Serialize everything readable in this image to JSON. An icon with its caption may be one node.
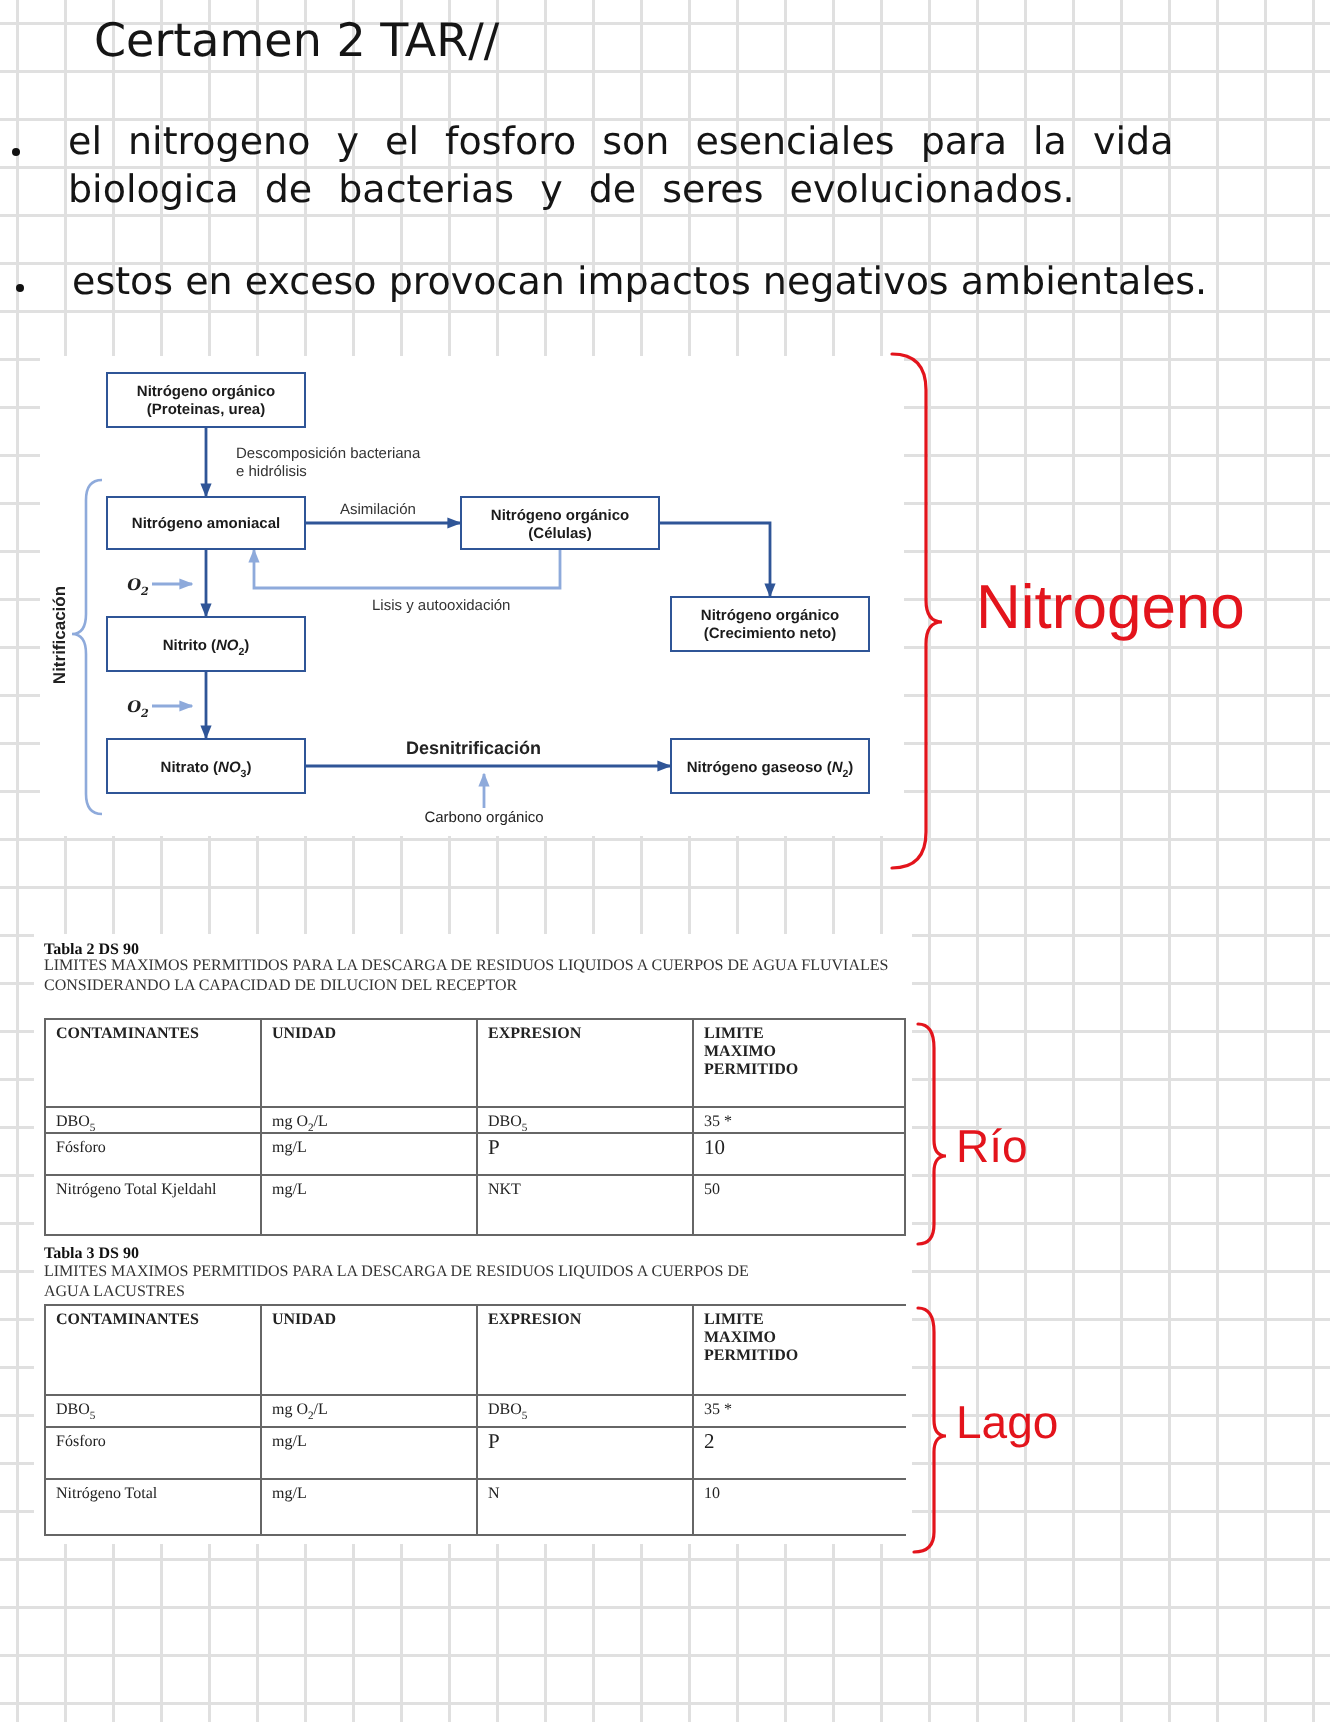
{
  "diagram": {
    "title": "Certamen 2 TAR//",
    "nodes": [
      {
        "text": [
          "Nitrógeno orgánico (Proteinas, urea)"
        ]
      },
      {
        "text": [
          "Nitrógeno amoniacal"
        ]
      },
      {
        "text": [
          "Nitrógeno orgánico (Células)"
        ]
      },
      {
        "text": [
          "Nitrógeno orgánico (Crecimiento neto)"
        ]
      },
      {
        "text": [
          "Nitrito (*NO*$_{2}$)"
        ]
      },
      {
        "text": [
          "Nitrato (*NO*$_{3}$)"
        ]
      },
      {
        "text": [
          "Nitrógeno gaseoso (*N*$_{2}$)"
        ]
      },
      {
        "text": [
          "O$_{2}$"
        ]
      },
      {
        "text": [
          "O$_{2}$"
        ]
      },
      {
        "text": [
          "Carbono orgánico"
        ]
      }
    ],
    "edges": [
      {
        "from": 0,
        "to": 1,
        "arrow": "to",
        "label": "Descomposición bacteriana e hidrólisis"
      },
      {
        "from": 1,
        "to": 2,
        "arrow": "to",
        "label": "Asimilación"
      },
      {
        "from": 2,
        "to": 1,
        "arrow": "to",
        "label": "Lisis y autooxidación",
        "color": "#8eaadb"
      },
      {
        "from": 2,
        "to": 3,
        "arrow": "to"
      },
      {
        "from": 1,
        "to": 4,
        "arrow": "to"
      },
      {
        "from": 4,
        "to": 5,
        "arrow": "to"
      },
      {
        "from": 5,
        "to": 6,
        "arrow": "to",
        "label": "Desnitrificación"
      },
      {
        "from": 7,
        "to": null,
        "arrow": "to",
        "color": "#8eaadb"
      },
      {
        "from": 8,
        "to": null,
        "arrow": "to",
        "color": "#8eaadb"
      },
      {
        "from": 9,
        "to": null,
        "arrow": "to",
        "color": "#8eaadb"
      }
    ],
    "labels": [
      "el nitrogeno y el fosforo son esenciales para la vida biologica de bacterias y de seres evolucionados.",
      "estos en exceso provocan impactos negativos ambientales.",
      "Nitrificación",
      "Nitrogeno",
      "Tabla 2 DS 90",
      "LIMITES MAXIMOS PERMITIDOS PARA LA DESCARGA DE RESIDUOS LIQUIDOS A CUERPOS DE AGUA FLUVIALES CONSIDERANDO LA CAPACIDAD DE DILUCION DEL RECEPTOR",
      "CONTAMINANTES",
      "UNIDAD",
      "EXPRESION",
      "LIMITE MAXIMO PERMITIDO",
      "DBO$_{5}$",
      "mg O$_{2}$/L",
      "DBO$_{5}$",
      "35 *",
      "Fósforo",
      "mg/L",
      "P",
      "10",
      "Nitrógeno Total Kjeldahl",
      "mg/L",
      "NKT",
      "50",
      "Río",
      "Tabla 3 DS 90",
      "LIMITES MAXIMOS PERMITIDOS PARA LA DESCARGA DE RESIDUOS LIQUIDOS A CUERPOS DE AGUA LACUSTRES",
      "CONTAMINANTES",
      "UNIDAD",
      "EXPRESION",
      "LIMITE MAXIMO PERMITIDO",
      "DBO$_{5}$",
      "mg O$_{2}$/L",
      "DBO$_{5}$",
      "35 *",
      "Fósforo",
      "mg/L",
      "P",
      "2",
      "Nitrógeno Total",
      "mg/L",
      "N",
      "10",
      "Lago"
    ]
  }
}
